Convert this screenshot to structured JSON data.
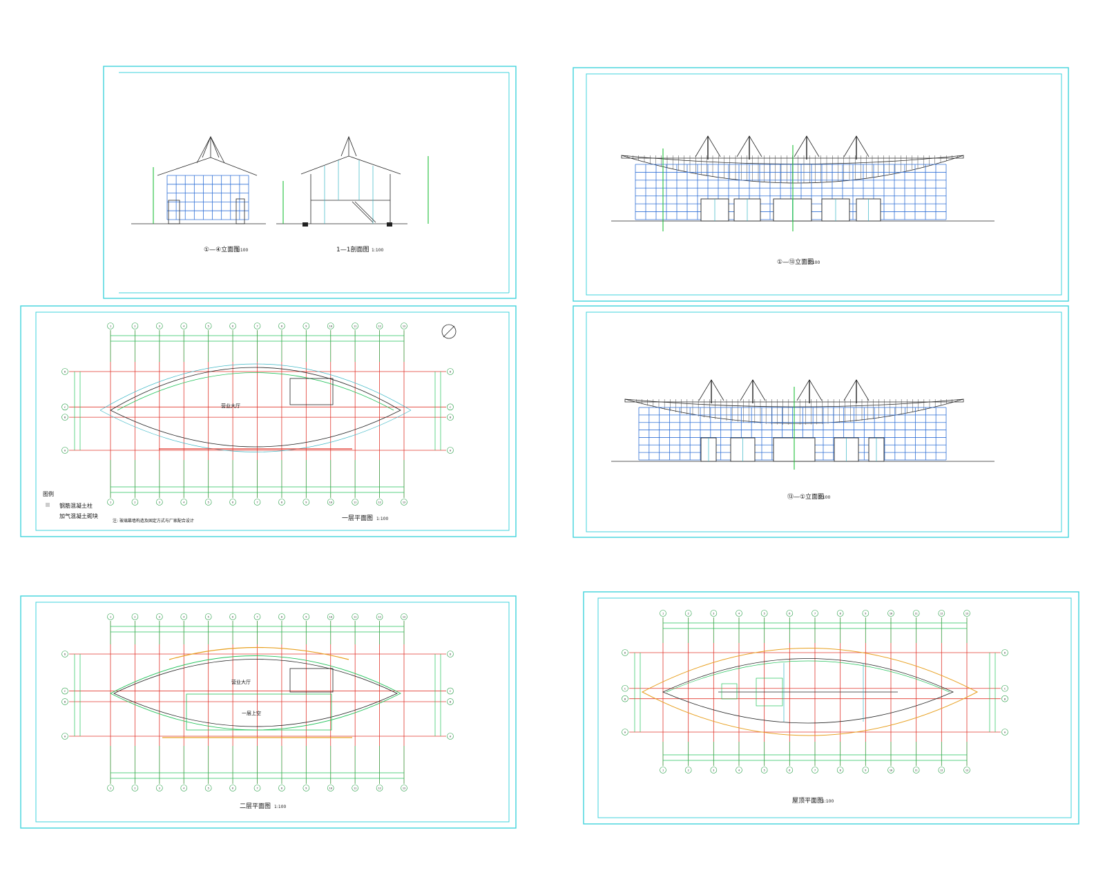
{
  "colors": {
    "frame": "#3fd3dc",
    "grid_axis": "#e0362c",
    "dimension": "#22c25a",
    "curtain_wall": "#2f6fd6",
    "roof_outline": "#e8a020",
    "ink": "#111111"
  },
  "sheets": {
    "side_elevation": {
      "title": "①—④立面图",
      "scale": "1:100"
    },
    "section": {
      "title": "1—1剖面图",
      "scale": "1:100"
    },
    "front_elevation": {
      "title": "①—⑬立面图",
      "scale": "1:100"
    },
    "rear_elevation": {
      "title": "⑬—①立面图",
      "scale": "1:100"
    },
    "floor1_plan": {
      "title": "一层平面图",
      "scale": "1:100",
      "hall_label": "营业大厅",
      "legend_title": "图例",
      "legend_items": [
        "钢筋混凝土柱",
        "加气混凝土砌块"
      ],
      "note": "注: 玻璃幕墙构造及固定方式与厂家配合设计"
    },
    "floor2_plan": {
      "title": "二层平面图",
      "scale": "1:100",
      "hall_label": "营业大厅",
      "void_label": "一层上空"
    },
    "roof_plan": {
      "title": "屋顶平面图",
      "scale": "1:100"
    }
  },
  "grid_axes": {
    "columns": [
      "1",
      "2",
      "3",
      "4",
      "5",
      "6",
      "7",
      "8",
      "9",
      "10",
      "11",
      "12",
      "13"
    ],
    "rows": [
      "A",
      "B",
      "C",
      "D"
    ]
  }
}
